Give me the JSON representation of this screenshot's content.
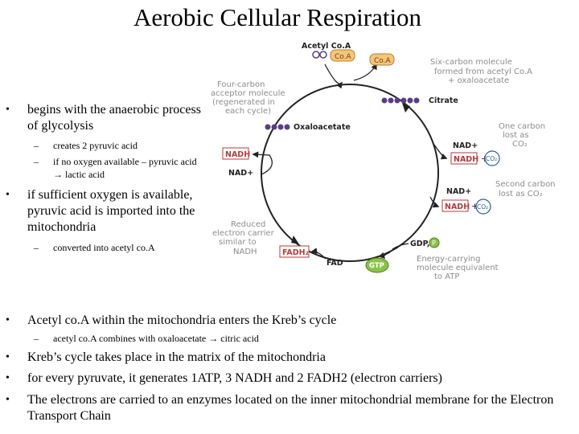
{
  "title": "Aerobic Cellular Respiration",
  "bullets": [
    {
      "text": "begins with the anaerobic process of glycolysis",
      "subs": [
        "creates 2 pyruvic acid",
        "if no oxygen available – pyruvic acid → lactic acid"
      ]
    },
    {
      "text": "if sufficient oxygen is available, pyruvic acid is imported into the mitochondria",
      "subs": [
        "converted into acetyl co.A"
      ]
    },
    {
      "text": "Acetyl co.A within the mitochondria enters the Kreb’s cycle",
      "subs": [
        "acetyl co.A combines with oxaloacetate → citric acid"
      ]
    },
    {
      "text": "Kreb’s cycle takes place in the matrix of the mitochondria"
    },
    {
      "text": "for every pyruvate, it generates 1ATP, 3 NADH and 2 FADH2 (electron carriers)"
    },
    {
      "text": "The electrons are carried to an enzymes located on the inner mitochondrial membrane for the Electron Transport Chain"
    }
  ],
  "diagram": {
    "acetyl_coa": "Acetyl Co.A",
    "coa": "Co.A",
    "coa_right": "Co.A",
    "six_carbon_note": [
      "Six-carbon molecule",
      "formed from acetyl Co.A",
      "+ oxaloacetate"
    ],
    "four_carbon_note": [
      "Four-carbon",
      "acceptor molecule",
      "(regenerated in",
      "each cycle)"
    ],
    "citrate": "Citrate",
    "oxaloacetate": "Oxaloacetate",
    "nadh_left": "NADH",
    "nad_left": "NAD+",
    "nad_right1": "NAD+",
    "nadh_right1": "NADH",
    "co2_1": "CO₂",
    "one_carbon_note": [
      "One carbon",
      "lost as",
      "CO₂"
    ],
    "nad_right2": "NAD+",
    "nadh_right2": "NADH",
    "co2_2": "CO₂",
    "second_carbon_note": [
      "Second carbon",
      "lost as CO₂"
    ],
    "reduced_note": [
      "Reduced",
      "electron carrier",
      "similar to",
      "NADH"
    ],
    "fadh2": "FADH₂",
    "fad": "FAD",
    "gdp": "GDP,",
    "p": "P",
    "gtp": "GTP",
    "energy_note": [
      "Energy-carrying",
      "molecule equivalent",
      "to ATP"
    ]
  }
}
